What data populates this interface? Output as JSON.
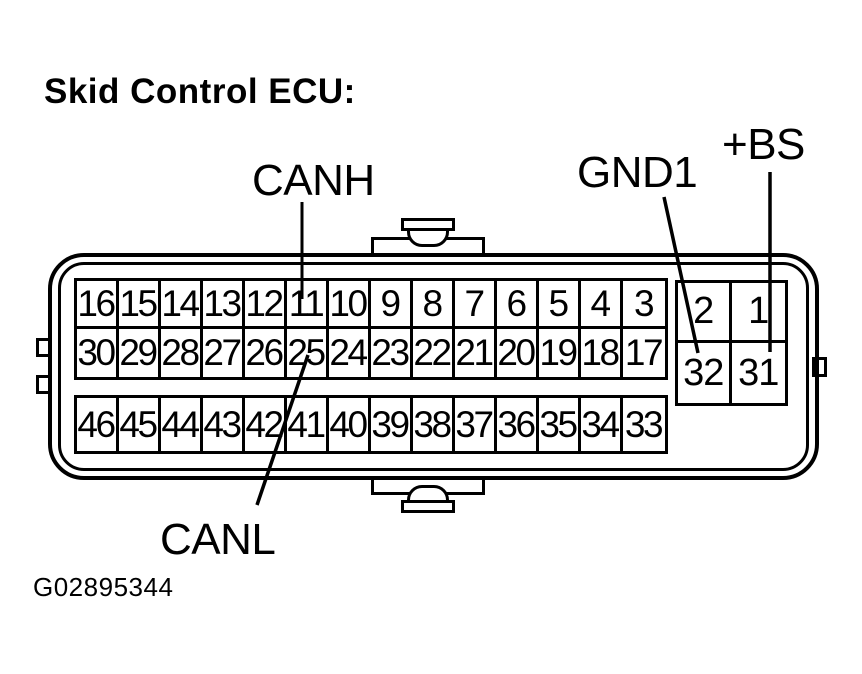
{
  "title": "Skid Control ECU:",
  "figure_id": "G02895344",
  "labels": {
    "canh": "CANH",
    "gnd1": "GND1",
    "bs": "+BS",
    "canl": "CANL"
  },
  "connector": {
    "main_grid_rows": [
      [
        "16",
        "15",
        "14",
        "13",
        "12",
        "11",
        "10",
        "9",
        "8",
        "7",
        "6",
        "5",
        "4",
        "3"
      ],
      [
        "30",
        "29",
        "28",
        "27",
        "26",
        "25",
        "24",
        "23",
        "22",
        "21",
        "20",
        "19",
        "18",
        "17"
      ]
    ],
    "lower_grid_rows": [
      [
        "46",
        "45",
        "44",
        "43",
        "42",
        "41",
        "40",
        "39",
        "38",
        "37",
        "36",
        "35",
        "34",
        "33"
      ]
    ],
    "side_block_rows": [
      [
        "2",
        "1"
      ],
      [
        "32",
        "31"
      ]
    ],
    "pin_assignments": {
      "canh_pin": "11",
      "canl_pin": "25",
      "gnd1_pin": "32",
      "bs_pin": "31"
    }
  },
  "colors": {
    "ink": "#000000",
    "background": "#ffffff"
  }
}
